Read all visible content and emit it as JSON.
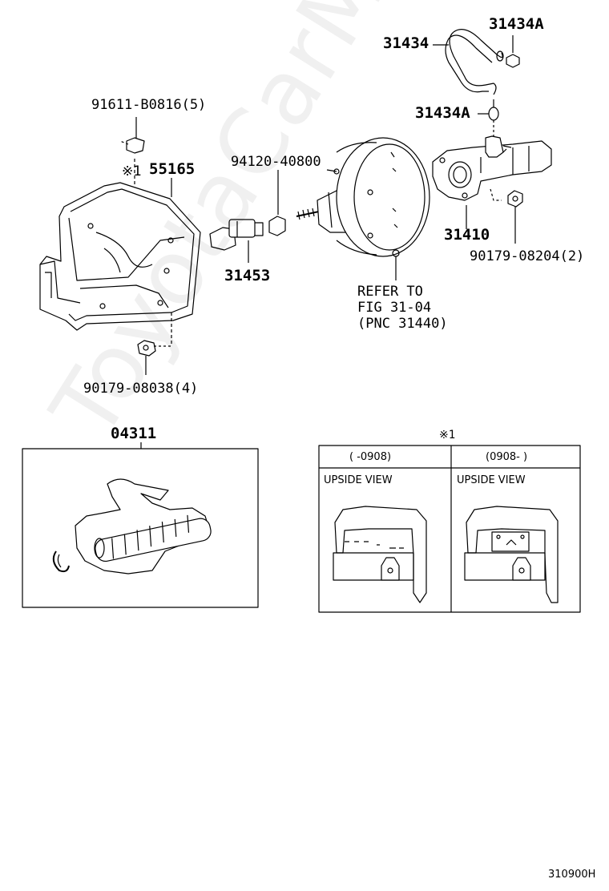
{
  "labels": {
    "p1": "91611-B0816(5)",
    "p2_note": "※1",
    "p2": "55165",
    "p3": "90179-08038(4)",
    "p4": "94120-40800",
    "p5": "31453",
    "p6": "31434",
    "p7": "31434A",
    "p8": "31434A",
    "p9": "31410",
    "p10": "90179-08204(2)",
    "refer1": "REFER TO",
    "refer2": "FIG 31-04",
    "refer3": "(PNC 31440)",
    "p11": "04311",
    "inset_note": "※1",
    "col1_header": "(      -0908)",
    "col2_header": "(0908-      )",
    "col1_view": "UPSIDE VIEW",
    "col2_view": "UPSIDE VIEW",
    "diagram_code": "310900H"
  },
  "watermark": "ToyotaCarMine.ru"
}
